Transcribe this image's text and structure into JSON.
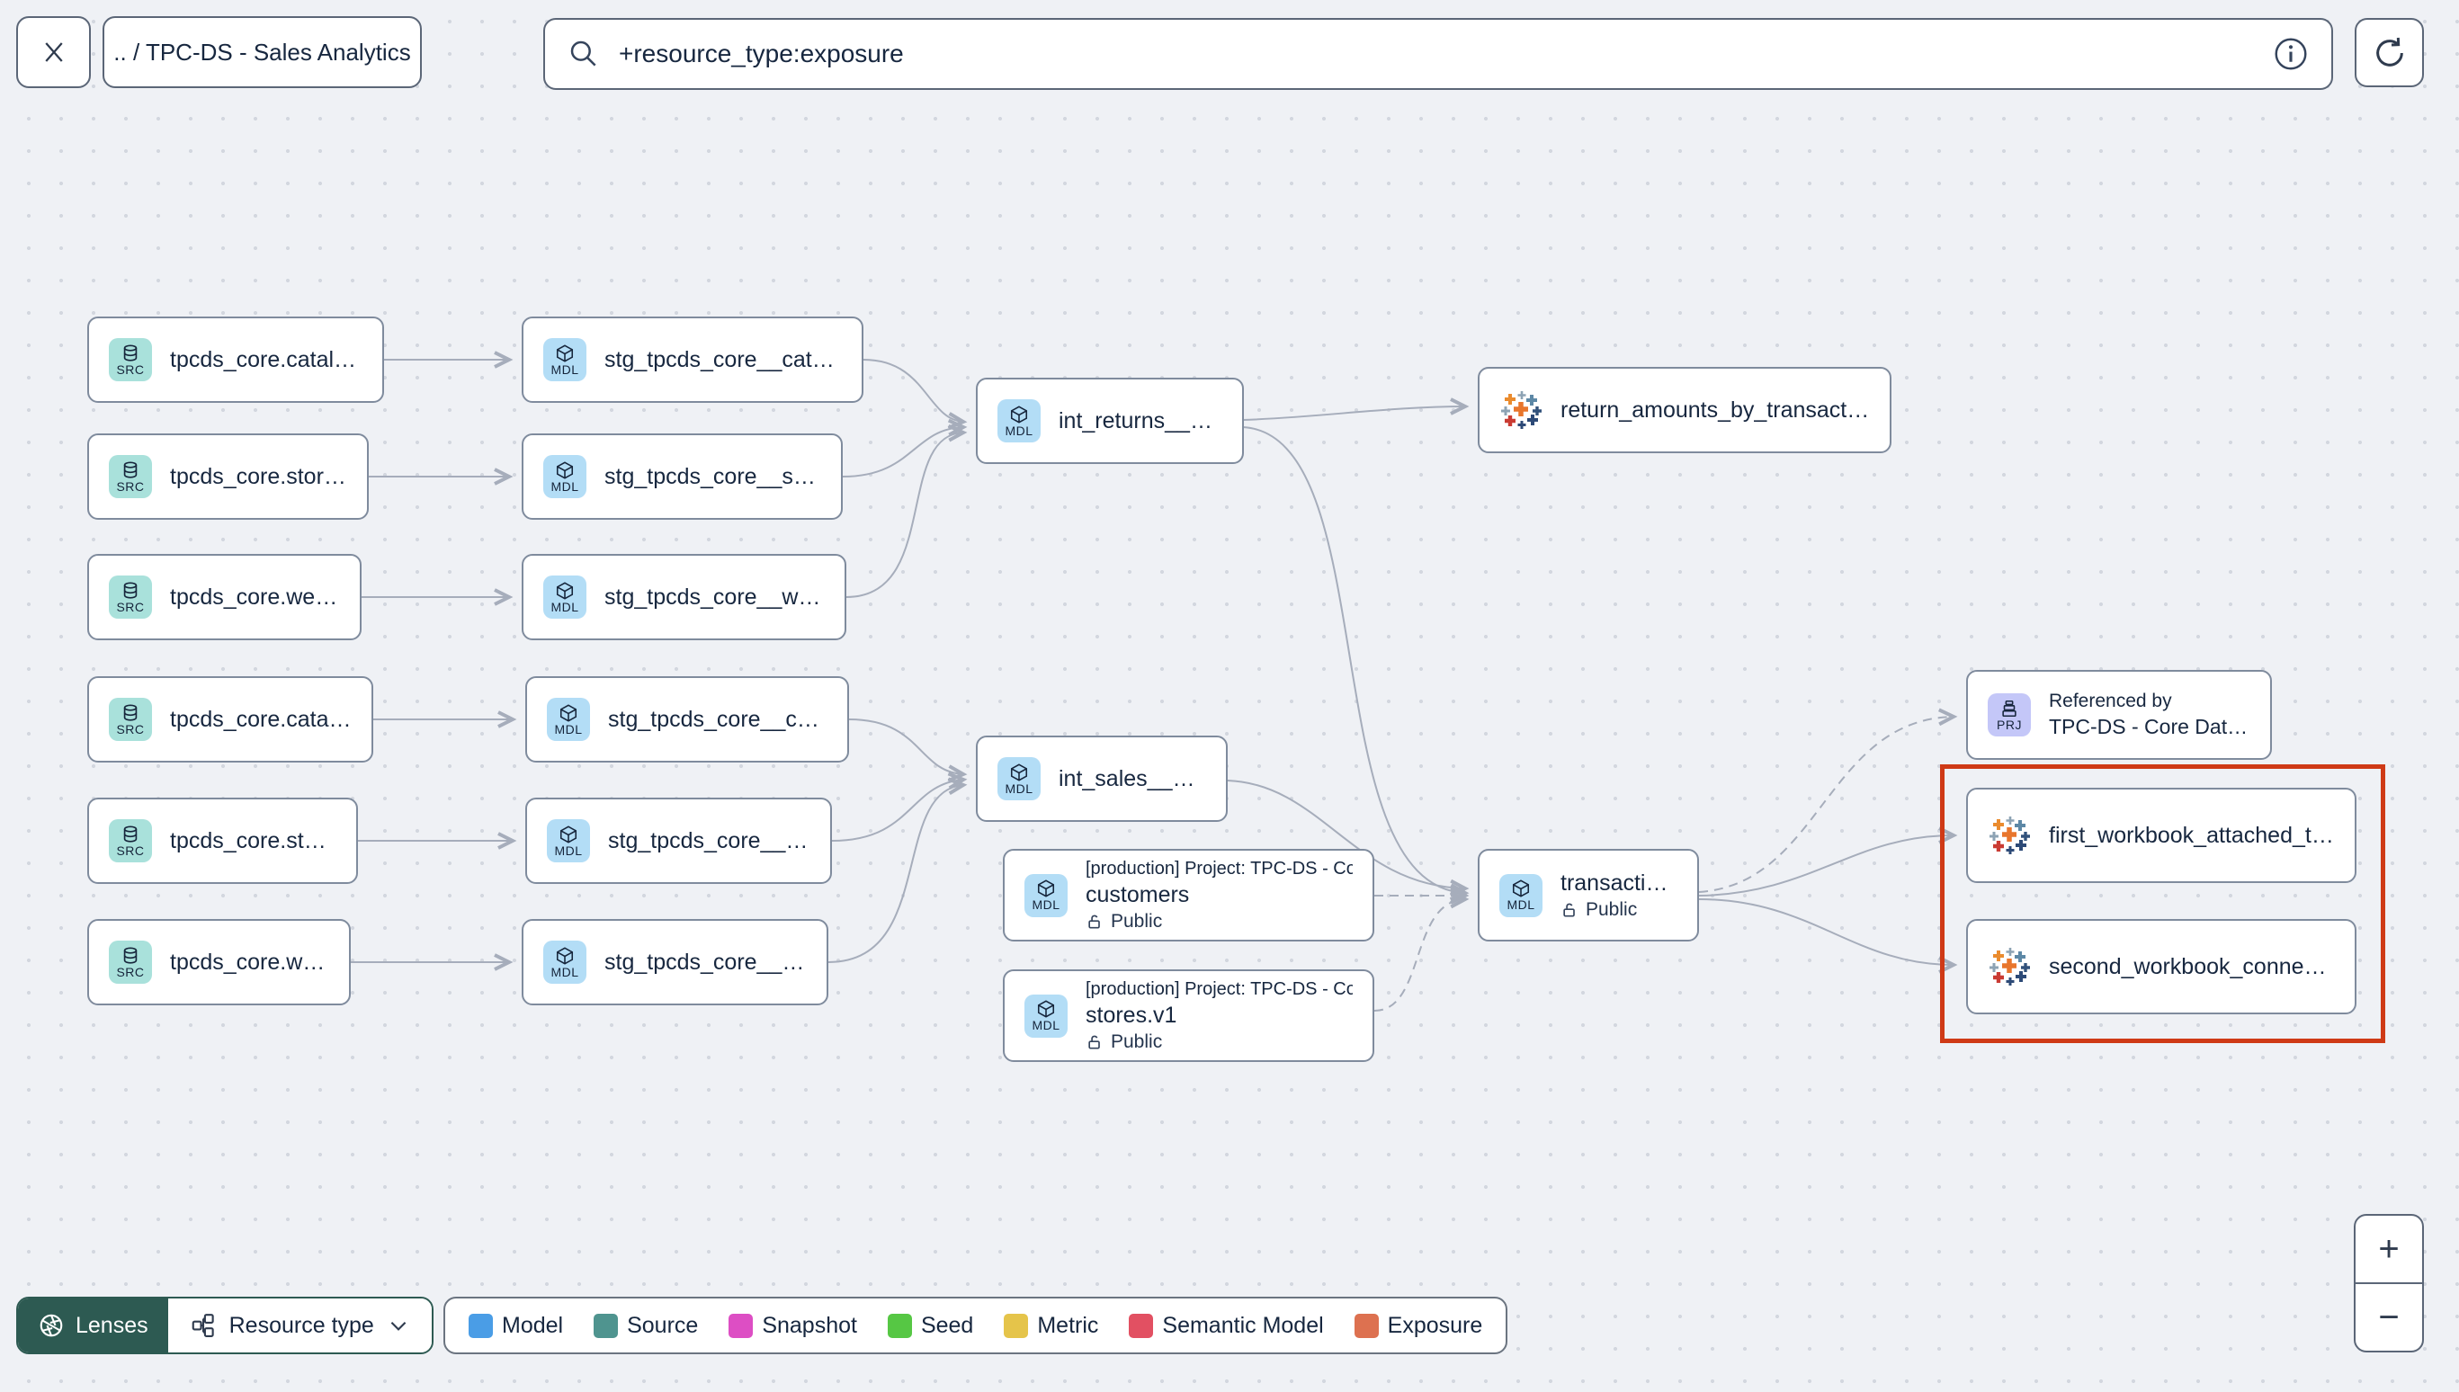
{
  "topbar": {
    "breadcrumb": ".. / TPC-DS - Sales Analytics",
    "search_value": "+resource_type:exposure"
  },
  "badges": {
    "src": "SRC",
    "mdl": "MDL",
    "prj": "PRJ"
  },
  "graph": {
    "sources": [
      {
        "label": "tpcds_core.catalog_returns"
      },
      {
        "label": "tpcds_core.store_returns"
      },
      {
        "label": "tpcds_core.web_returns"
      },
      {
        "label": "tpcds_core.catalog_sales"
      },
      {
        "label": "tpcds_core.store_sales"
      },
      {
        "label": "tpcds_core.web_sales"
      }
    ],
    "staging": [
      {
        "label": "stg_tpcds_core__catalog_returns"
      },
      {
        "label": "stg_tpcds_core__store_returns"
      },
      {
        "label": "stg_tpcds_core__web_returns"
      },
      {
        "label": "stg_tpcds_core__catalog_sales"
      },
      {
        "label": "stg_tpcds_core__store_sales"
      },
      {
        "label": "stg_tpcds_core__web_sales"
      }
    ],
    "intermediate": [
      {
        "label": "int_returns__unioned"
      },
      {
        "label": "int_sales__unioned"
      }
    ],
    "public_models": [
      {
        "project": "[production] Project: TPC-DS - Core Data Mo…",
        "label": "customers",
        "visibility": "Public"
      },
      {
        "project": "[production] Project: TPC-DS - Core Data Mo…",
        "label": "stores.v1",
        "visibility": "Public"
      }
    ],
    "transactions": {
      "label": "transactions",
      "visibility": "Public"
    },
    "exposure": {
      "label": "return_amounts_by_transaction_type"
    },
    "workbooks": [
      {
        "label": "first_workbook_attached_to_tpc-ds_-_…"
      },
      {
        "label": "second_workbook_connected_to_live…"
      }
    ],
    "referenced_by": {
      "title": "Referenced by",
      "label": "TPC-DS - Core Data Models"
    }
  },
  "toolbar": {
    "lenses_label": "Lenses",
    "resource_type_label": "Resource type"
  },
  "legend": {
    "items": [
      {
        "label": "Model",
        "color": "#4a9de6"
      },
      {
        "label": "Source",
        "color": "#4f948f"
      },
      {
        "label": "Snapshot",
        "color": "#dd4ec4"
      },
      {
        "label": "Seed",
        "color": "#56c744"
      },
      {
        "label": "Metric",
        "color": "#e5c44a"
      },
      {
        "label": "Semantic Model",
        "color": "#e25062"
      },
      {
        "label": "Exposure",
        "color": "#dd7150"
      }
    ]
  },
  "zoom_controls": {
    "zoom_in": "+",
    "zoom_out": "−"
  },
  "colors": {
    "highlight_box": "#cf3a16",
    "source_badge_bg": "#a9e1db",
    "model_badge_bg": "#b3ddf6",
    "project_badge_bg": "#c4c7f8",
    "lenses_bg": "#2d5a52",
    "edge": "#a6adbb",
    "canvas_bg": "#eff1f5"
  }
}
